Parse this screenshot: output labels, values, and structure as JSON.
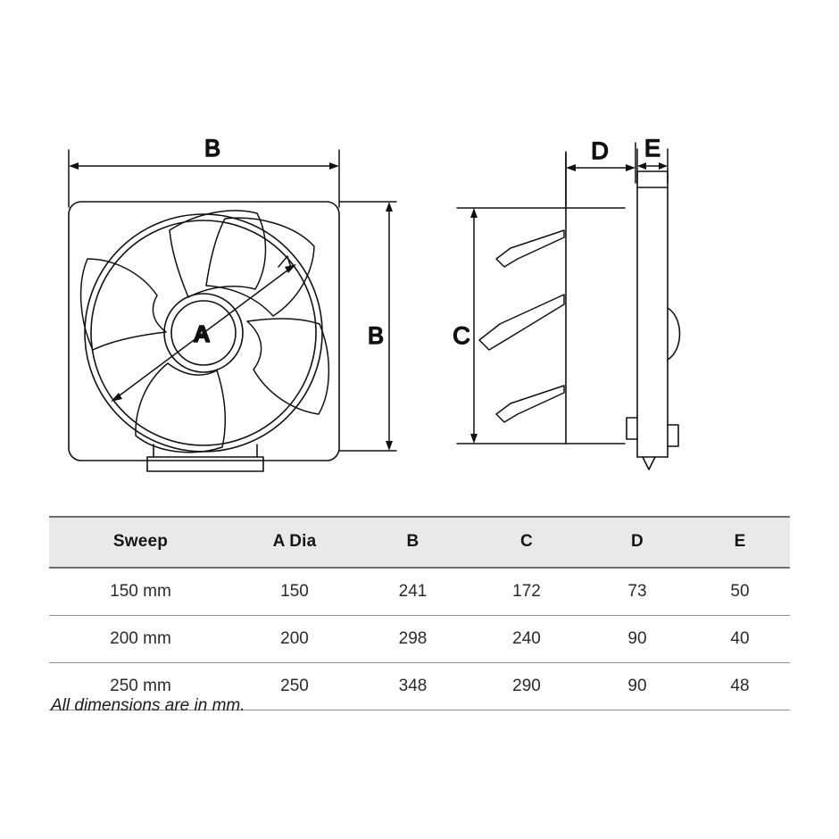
{
  "drawing": {
    "front_view": {
      "width_dimension_label": "B",
      "height_dimension_label": "B",
      "hub_label": "A",
      "blade_count": 5
    },
    "side_view": {
      "height_dimension_label": "C",
      "depth_dimension_label": "D",
      "flange_dimension_label": "E",
      "blade_profile_count": 3
    }
  },
  "table": {
    "headers": [
      "Sweep",
      "A Dia",
      "B",
      "C",
      "D",
      "E"
    ],
    "rows": [
      [
        "150 mm",
        "150",
        "241",
        "172",
        "73",
        "50"
      ],
      [
        "200 mm",
        "200",
        "298",
        "240",
        "90",
        "40"
      ],
      [
        "250 mm",
        "250",
        "348",
        "290",
        "90",
        "48"
      ]
    ]
  },
  "footnote": "All dimensions are in mm.",
  "colors": {
    "line": "#111111",
    "header_bg": "#e9e9e9",
    "rule": "#6f6f6f",
    "row_rule": "#8d8d8d",
    "background": "#ffffff"
  }
}
